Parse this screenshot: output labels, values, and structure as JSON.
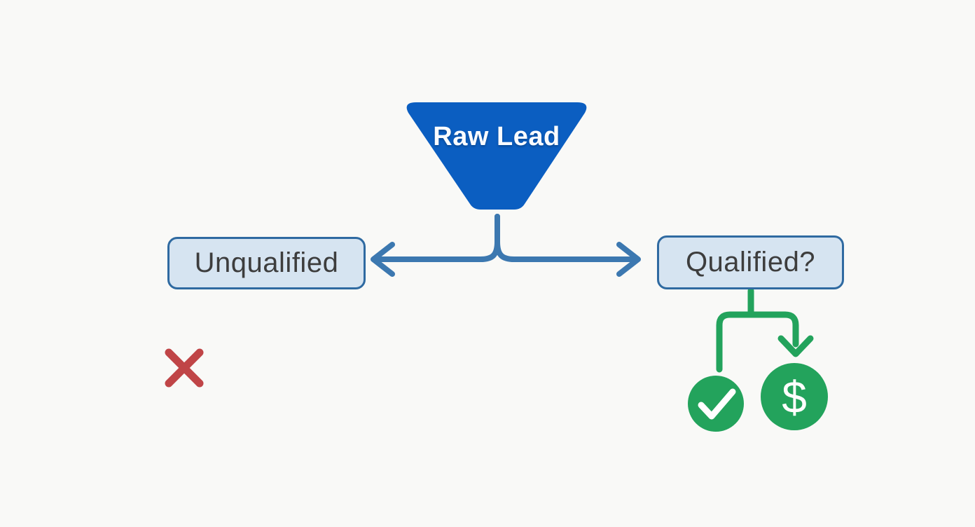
{
  "background_color": "#F9F9F7",
  "funnel": {
    "label": "Raw Lead",
    "fill": "#0B5EC1",
    "text_color": "#FAFCFF"
  },
  "split_connector": {
    "color": "#3C78B0"
  },
  "nodes": {
    "unqualified": {
      "label": "Unqualified",
      "fill": "#D6E4F1",
      "border_color": "#2F6AA1",
      "text_color": "#3D3D3D"
    },
    "qualified": {
      "label": "Qualified?",
      "fill": "#D6E4F1",
      "border_color": "#2F6AA1",
      "text_color": "#3D3D3D"
    }
  },
  "qualified_branch": {
    "color": "#23A35C"
  },
  "outcomes": {
    "x_mark_icon": {
      "color": "#C04547"
    },
    "check_icon": {
      "circle_color": "#23A35C",
      "glyph_color": "#FFFFFF"
    },
    "dollar_icon": {
      "circle_color": "#23A35C",
      "glyph_color": "#FFFFFF",
      "glyph": "$"
    }
  }
}
